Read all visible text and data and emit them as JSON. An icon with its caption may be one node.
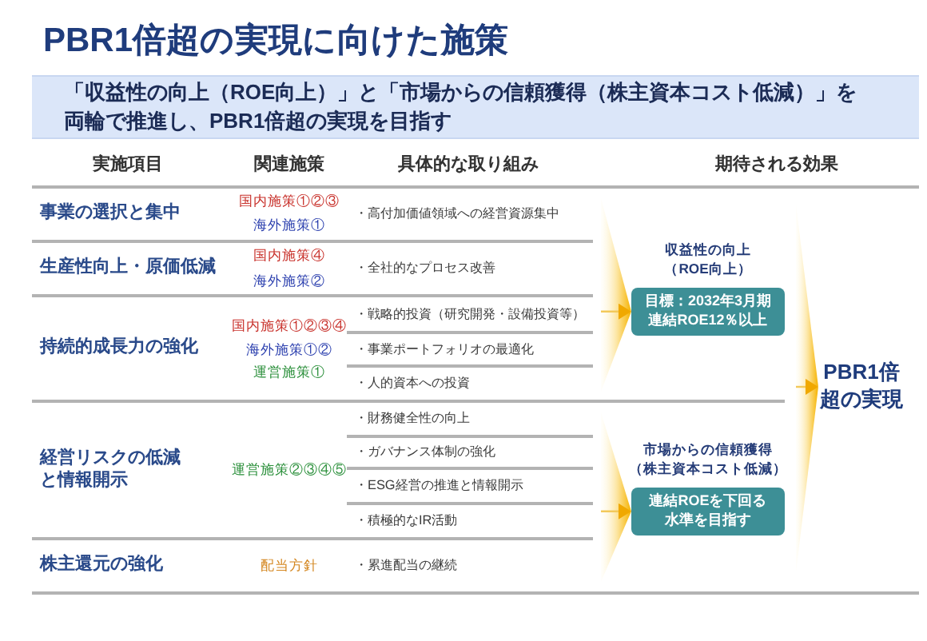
{
  "diagram": {
    "title": "PBR1倍超の実現に向けた施策",
    "nodes": [
      {
        "text": [
          "「収益性の向上（ROE向上）」と「市場からの信頼獲得（株主資本コスト低減）」を両輪で推進し、PBR1倍超の実現を目指す"
        ]
      },
      {
        "text": [
          "収益性の向上（ROE向上）",
          "目標：2032年3月期連結ROE12％以上"
        ]
      },
      {
        "text": [
          "市場からの信頼獲得（株主資本コスト低減）",
          "連結ROEを下回る水準を目指す"
        ]
      },
      {
        "text": [
          "PBR1倍超の実現"
        ]
      }
    ],
    "edges": [
      {
        "from": null,
        "to": 1,
        "arrow": "to"
      },
      {
        "from": null,
        "to": 2,
        "arrow": "to"
      },
      {
        "from": null,
        "to": 3,
        "arrow": "to"
      }
    ],
    "labels": [
      "実施項目",
      "関連施策",
      "具体的な取り組み",
      "期待される効果",
      "事業の選択と集中",
      "国内施策①②③",
      "海外施策①",
      "・高付加価値領域への経営資源集中",
      "生産性向上・原価低減",
      "国内施策④",
      "海外施策②",
      "・全社的なプロセス改善",
      "持続的成長力の強化",
      "国内施策①②③④",
      "海外施策①②",
      "運営施策①",
      "・戦略的投資（研究開発・設備投資等）",
      "・事業ポートフォリオの最適化",
      "・人的資本への投資",
      "経営リスクの低減と情報開示",
      "運営施策②③④⑤",
      "・財務健全性の向上",
      "・ガバナンス体制の強化",
      "・ESG経営の推進と情報開示",
      "・積極的なIR活動",
      "株主還元の強化",
      "配当方針",
      "・累進配当の継続"
    ]
  }
}
